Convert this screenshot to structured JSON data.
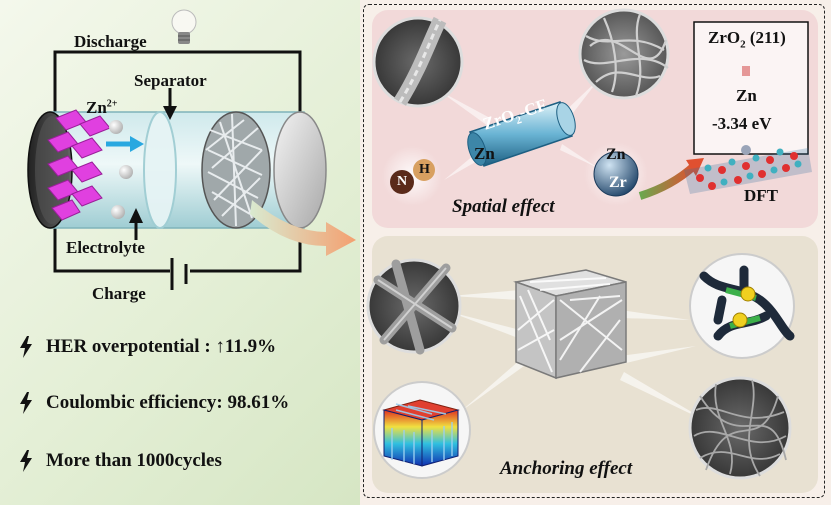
{
  "battery": {
    "discharge_label": "Discharge",
    "separator_label": "Separator",
    "ion_label": "Zn",
    "ion_charge": "2+",
    "electrolyte_label": "Electrolyte",
    "charge_label": "Charge"
  },
  "bullets": [
    {
      "text": "HER overpotential : ↑11.9%"
    },
    {
      "text": "Coulombic efficiency: 98.61%"
    },
    {
      "text": "More than 1000cycles"
    }
  ],
  "spatial": {
    "fiber_label_main": "ZrO",
    "fiber_label_sub": "2",
    "fiber_label_suffix": "-CF",
    "fiber_zn_label": "Zn",
    "nh_n": "N",
    "nh_h": "H",
    "sphere_zn": "Zn",
    "sphere_zr": "Zr",
    "dft_box_oxide": "ZrO",
    "dft_box_oxide_sub": "2",
    "dft_box_plane": "(211)",
    "dft_box_zn": "Zn",
    "dft_box_energy": "-3.34 eV",
    "dft_label": "DFT",
    "effect_title": "Spatial effect"
  },
  "anchoring": {
    "effect_title": "Anchoring effect"
  },
  "colors": {
    "cathode_crystal": "#e040e0",
    "ion_arrow": "#29a8e0",
    "big_arrow": "#f4a070",
    "top_panel": "#f2d9d9",
    "bottom_panel": "#e8e1d2"
  }
}
